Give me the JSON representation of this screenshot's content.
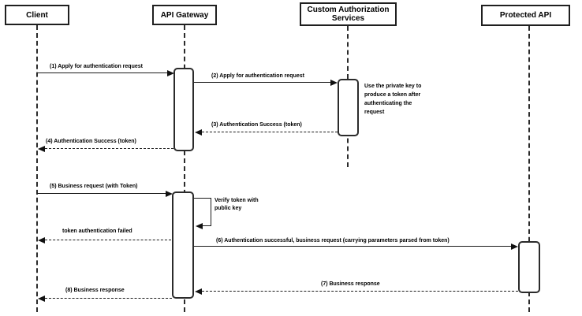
{
  "diagram": {
    "type": "sequence-diagram",
    "participants": [
      {
        "id": "client",
        "label": "Client"
      },
      {
        "id": "api-gateway",
        "label": "API Gateway"
      },
      {
        "id": "custom-authorization-services",
        "label": "Custom Authorization Services"
      },
      {
        "id": "protected-api",
        "label": "Protected API"
      }
    ],
    "messages": [
      {
        "label": "(1) Apply for authentication request",
        "from": "Client",
        "to": "API Gateway",
        "style": "solid"
      },
      {
        "label": "(2) Apply for authentication request",
        "from": "API Gateway",
        "to": "Custom Authorization Services",
        "style": "solid"
      },
      {
        "label": "(3) Authentication Success (token)",
        "from": "Custom Authorization Services",
        "to": "API Gateway",
        "style": "dashed"
      },
      {
        "label": "(4) Authentication Success (token)",
        "from": "API Gateway",
        "to": "Client",
        "style": "dashed"
      },
      {
        "label": "(5) Business request (with Token)",
        "from": "Client",
        "to": "API Gateway",
        "style": "solid"
      },
      {
        "label": "Verify token with public key",
        "from": "API Gateway",
        "to": "API Gateway",
        "style": "self-loop"
      },
      {
        "label": "token authentication failed",
        "from": "API Gateway",
        "to": "Client",
        "style": "dashed"
      },
      {
        "label": "(6) Authentication successful, business request (carrying parameters parsed from token)",
        "from": "API Gateway",
        "to": "Protected API",
        "style": "solid"
      },
      {
        "label": "(7) Business response",
        "from": "Protected API",
        "to": "API Gateway",
        "style": "dashed"
      },
      {
        "label": "(8) Business response",
        "from": "API Gateway",
        "to": "Client",
        "style": "dashed"
      }
    ],
    "note": {
      "text": "Use the private key to produce a token after authenticating the request",
      "attached_to": "Custom Authorization Services"
    },
    "colors": {
      "background": "#ffffff",
      "stroke": "#1f1f1f",
      "text": "#000000"
    }
  }
}
